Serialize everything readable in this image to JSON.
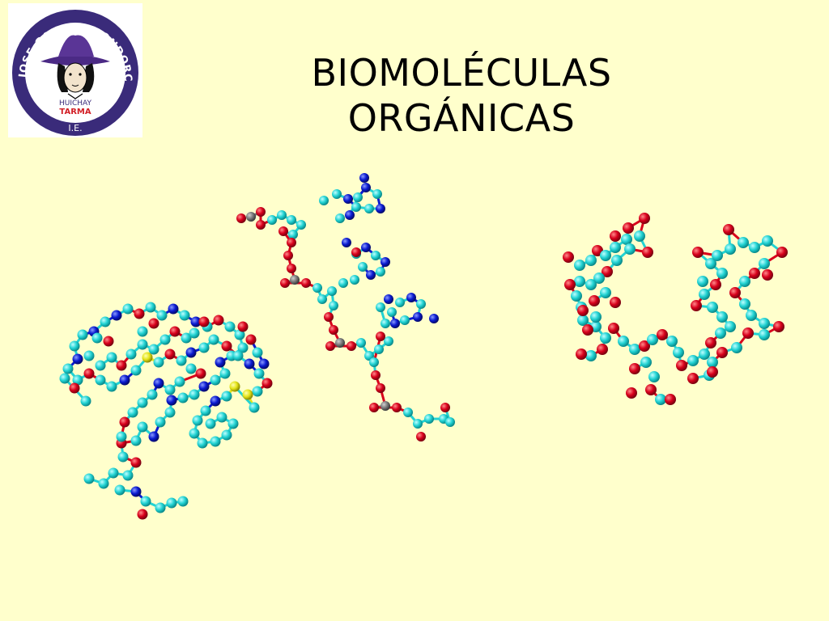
{
  "slide": {
    "title_line1": "BIOMOLÉCULAS",
    "title_line2": "ORGÁNICAS"
  },
  "logo": {
    "ring_text": "JOSE GABRIEL CONDORCANQUI",
    "place_text": "HUICHAY",
    "city_text": "TARMA",
    "ie_text": "I.E."
  },
  "colors": {
    "background": "#FFFFCC",
    "carbon": "#22D3D3",
    "oxygen": "#D8001B",
    "nitrogen": "#0A1AD0",
    "sulfur": "#E4E41A",
    "phosphorus": "#7A7A7A",
    "logo_ring": "#3A2B7A",
    "logo_text_red": "#D21F26"
  }
}
